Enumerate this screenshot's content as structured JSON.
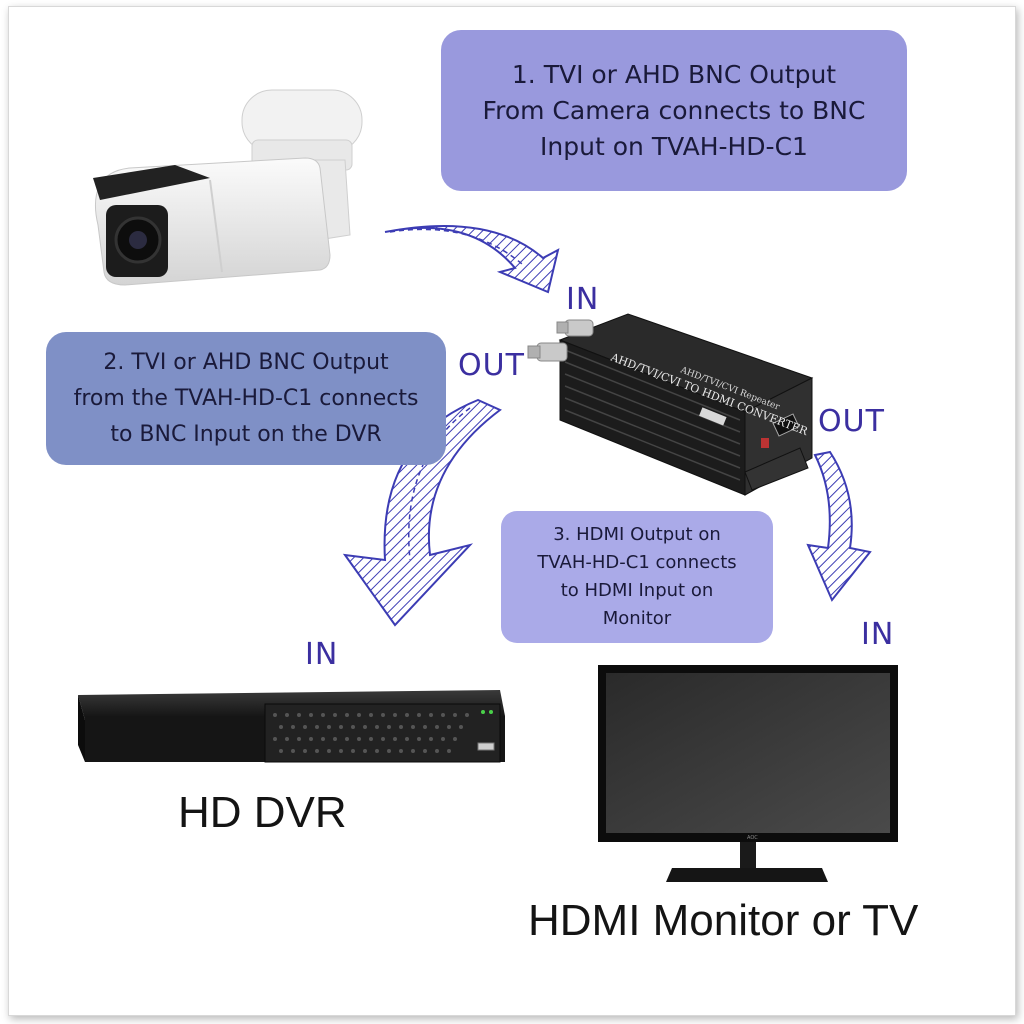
{
  "callouts": {
    "step1": "1. TVI or AHD BNC Output\nFrom Camera connects to BNC\nInput on TVAH-HD-C1",
    "step2": "2. TVI or AHD BNC Output\nfrom the TVAH-HD-C1 connects\nto BNC Input on the DVR",
    "step3": "3. HDMI Output on\nTVAH-HD-C1 connects\nto HDMI Input on\nMonitor"
  },
  "ports": {
    "converter_in": "IN",
    "converter_bnc_out": "OUT",
    "converter_hdmi_out": "OUT",
    "dvr_in": "IN",
    "monitor_in": "IN"
  },
  "device_labels": {
    "converter_top": "AHD/TVI/CVI TO HDMI CONVERTER",
    "converter_sub": "AHD/TVI/CVI Repeater",
    "monitor_brand": "AOC"
  },
  "captions": {
    "dvr": "HD DVR",
    "monitor": "HDMI Monitor or TV"
  },
  "colors": {
    "callout1": "#9999dd",
    "callout2": "#7f90c6",
    "callout3": "#aaaae8",
    "port_text": "#3b2fa0",
    "arrow_outline": "#3c3cb4"
  }
}
